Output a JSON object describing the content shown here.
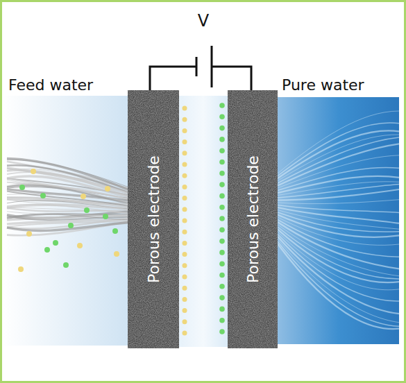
{
  "diagram": {
    "nodes": [
      {
        "text": [
          "Porous electrode"
        ]
      },
      {
        "text": [
          "Porous electrode"
        ]
      }
    ],
    "labels": [
      "V",
      "Feed water",
      "Pure water"
    ]
  }
}
